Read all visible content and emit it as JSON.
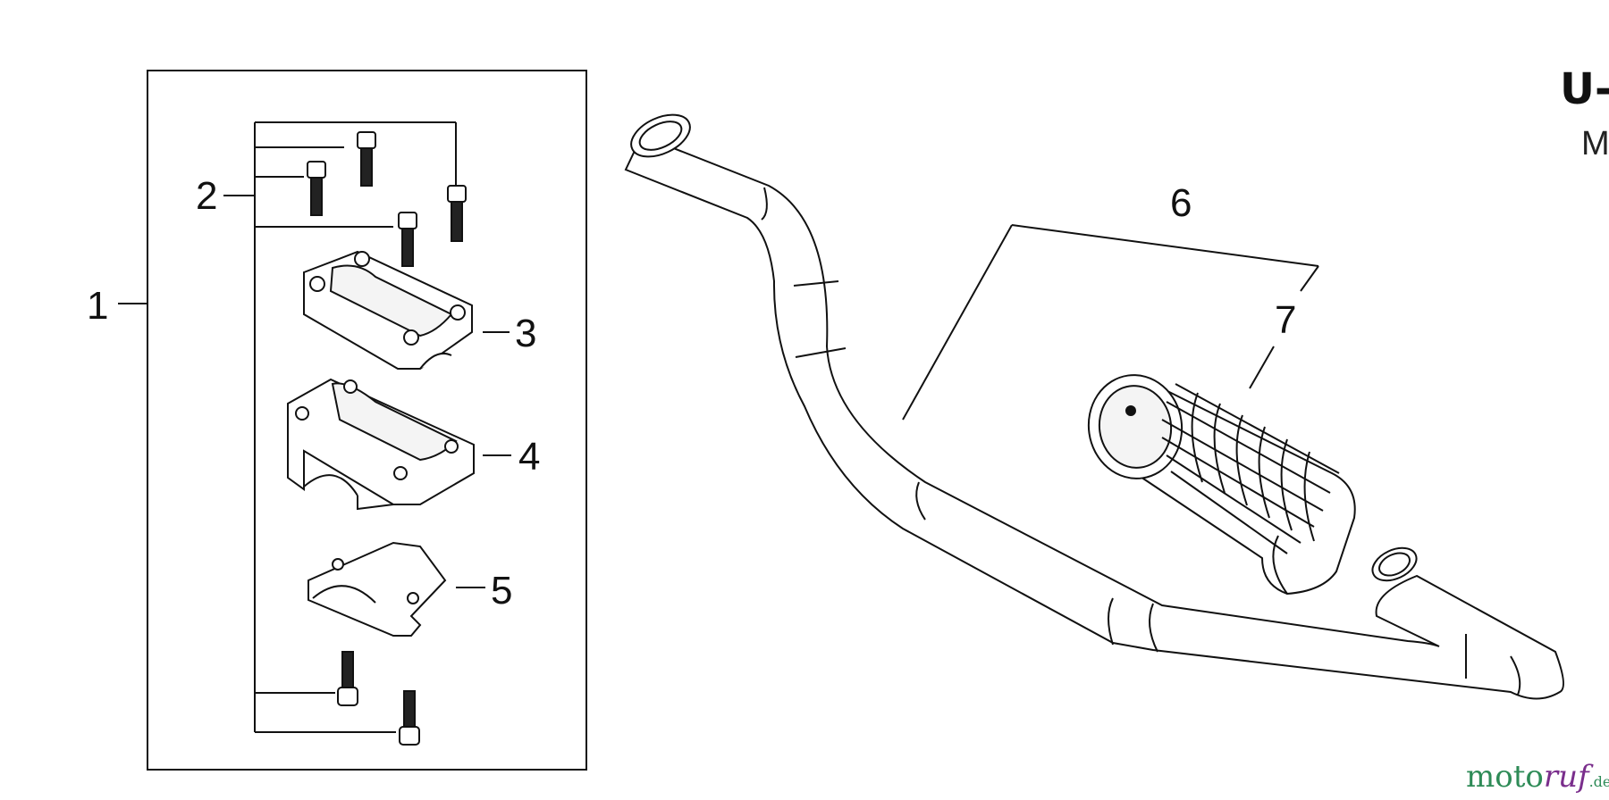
{
  "callouts": [
    {
      "id": "1",
      "text": "1"
    },
    {
      "id": "2",
      "text": "2"
    },
    {
      "id": "3",
      "text": "3"
    },
    {
      "id": "4",
      "text": "4"
    },
    {
      "id": "5",
      "text": "5"
    },
    {
      "id": "6",
      "text": "6"
    },
    {
      "id": "7",
      "text": "7"
    }
  ],
  "heading": {
    "code": "U-",
    "sub": "M"
  },
  "watermark": {
    "main": "moto",
    "accent": "ruf",
    "tld": ".de"
  },
  "colors": {
    "line": "#111111",
    "part_fill": "#ffffff",
    "shade": "#cfcfcf",
    "watermark_green": "#2e8b57",
    "watermark_purple": "#7a2e8c"
  }
}
